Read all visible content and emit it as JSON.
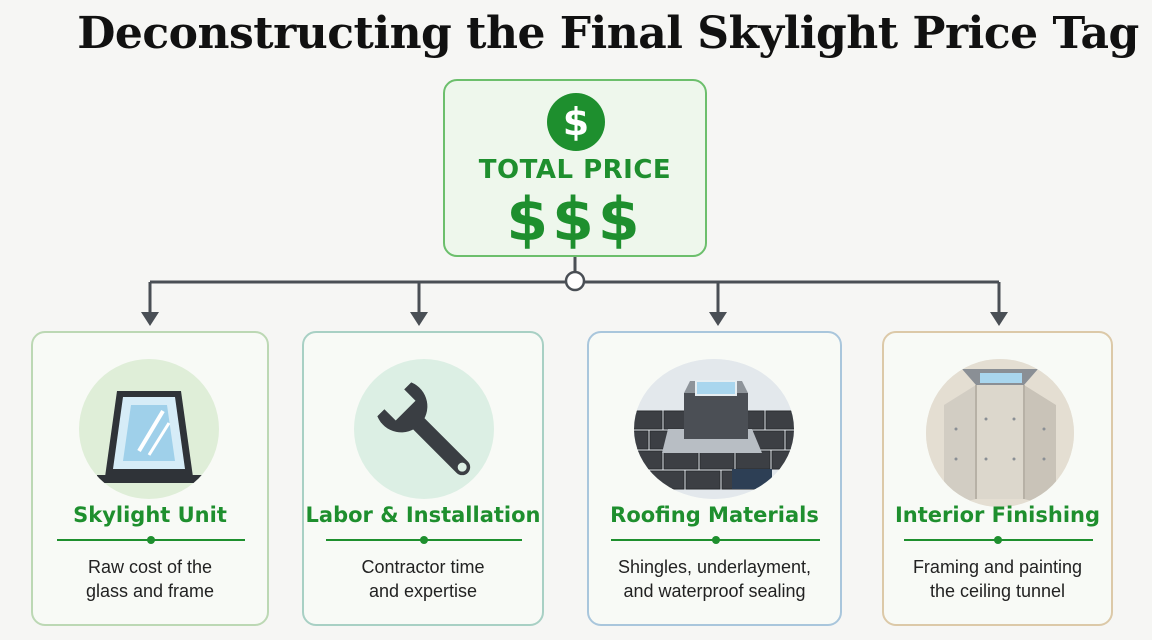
{
  "title": "Deconstructing the Final Skylight Price Tag",
  "total": {
    "coin_symbol": "$",
    "label": "TOTAL PRICE",
    "symbols": "$$$"
  },
  "components": [
    {
      "name": "Skylight Unit",
      "desc_line1": "Raw cost of the",
      "desc_line2": "glass and frame",
      "icon": "skylight-window-icon",
      "border_color": "#bcd8b4"
    },
    {
      "name": "Labor & Installation",
      "desc_line1": "Contractor time",
      "desc_line2": "and expertise",
      "icon": "wrench-icon",
      "border_color": "#a8d0c4"
    },
    {
      "name": "Roofing Materials",
      "desc_line1": "Shingles, underlayment,",
      "desc_line2": "and waterproof sealing",
      "icon": "roof-shingles-icon",
      "border_color": "#a9c6dc"
    },
    {
      "name": "Interior Finishing",
      "desc_line1": "Framing and painting",
      "desc_line2": "the ceiling tunnel",
      "icon": "ceiling-tunnel-icon",
      "border_color": "#dcc9a8"
    }
  ],
  "colors": {
    "accent": "#1e8f2e",
    "connector": "#4a4f55"
  }
}
